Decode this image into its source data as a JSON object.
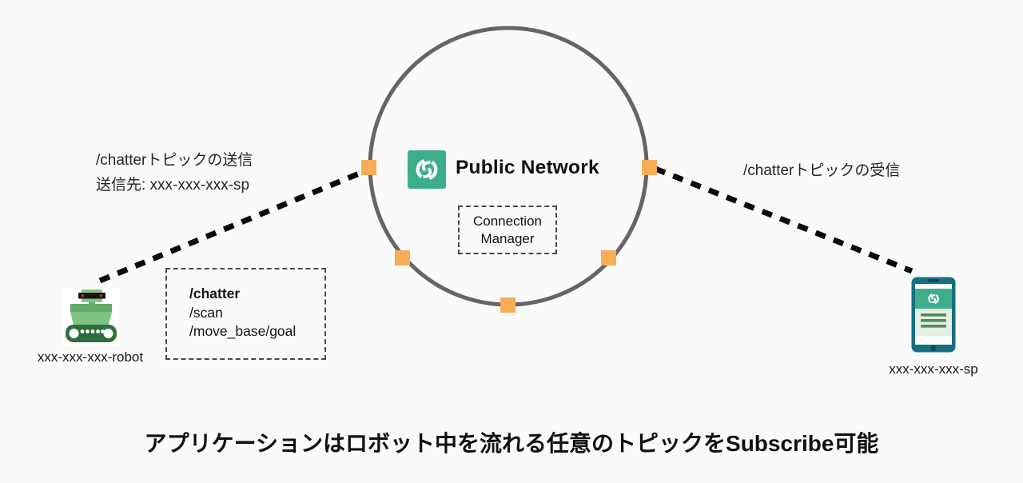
{
  "colors": {
    "background": "#FAFAFA",
    "accent_orange": "#F8AC57",
    "brand_green": "#3DAE8C",
    "circle_gray": "#656565",
    "dashed_line_black": "#0A0A0A",
    "phone_teal": "#176F80",
    "robot_green": "#7FC383",
    "track_green": "#2E6E3C"
  },
  "network": {
    "title": "Public Network",
    "logo_icon": "soracom-swirl-icon",
    "connection_manager": {
      "line1": "Connection",
      "line2": "Manager"
    },
    "node_icon": "connection-node-square",
    "node_count": 5
  },
  "left_flow": {
    "line1": "/chatterトピックの送信",
    "line2": "送信先: xxx-xxx-xxx-sp"
  },
  "right_flow": {
    "label": "/chatterトピックの受信"
  },
  "robot": {
    "icon": "robot-icon",
    "label": "xxx-xxx-xxx-robot"
  },
  "topics_box": {
    "items": [
      {
        "text": "/chatter",
        "bold": true
      },
      {
        "text": "/scan",
        "bold": false
      },
      {
        "text": "/move_base/goal",
        "bold": false
      }
    ]
  },
  "phone": {
    "icon": "smartphone-icon",
    "label": "xxx-xxx-xxx-sp"
  },
  "caption": "アプリケーションはロボット中を流れる任意のトピックをSubscribe可能"
}
